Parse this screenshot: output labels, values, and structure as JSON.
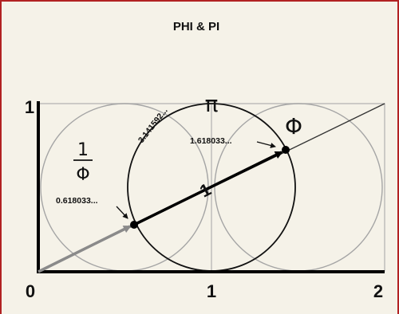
{
  "title": "PHI & PI",
  "axis": {
    "x_ticks": [
      "0",
      "1",
      "2"
    ],
    "y_tick": "1"
  },
  "labels": {
    "pi_symbol": "π",
    "pi_value": "3.141592...",
    "phi_symbol": "Φ",
    "phi_value": "1.618033...",
    "inv_phi_numerator": "1",
    "inv_phi_denominator": "Φ",
    "inv_phi_value": "0.618033...",
    "unit_length": "1"
  },
  "colors": {
    "frame_border": "#b22222",
    "background": "#f5f2e8",
    "light_circles": "#9a9a9a",
    "dark_circle": "#111111",
    "grey_arrow": "#8a8a8a",
    "black_arrow": "#000000"
  },
  "values": {
    "phi": 1.618033,
    "inverse_phi": 0.618033,
    "pi": 3.141592
  }
}
